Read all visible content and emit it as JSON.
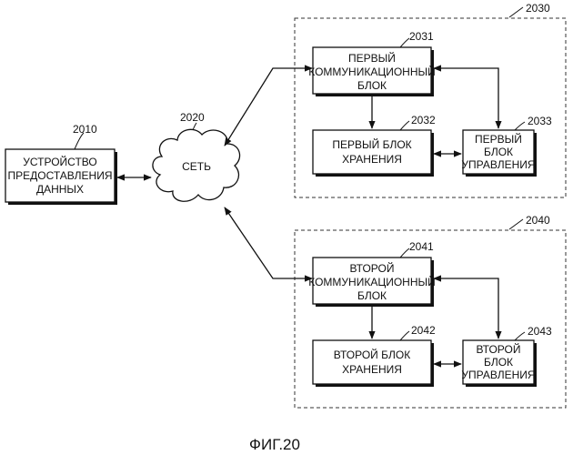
{
  "diagram": {
    "provider": {
      "ref": "2010",
      "lines": [
        "УСТРОЙСТВО",
        "ПРЕДОСТАВЛЕНИЯ",
        "ДАННЫХ"
      ]
    },
    "network": {
      "ref": "2020",
      "label": "СЕТЬ"
    },
    "device1": {
      "ref": "2030",
      "comm": {
        "ref": "2031",
        "lines": [
          "ПЕРВЫЙ",
          "КОММУНИКАЦИОННЫЙ",
          "БЛОК"
        ]
      },
      "storage": {
        "ref": "2032",
        "lines": [
          "ПЕРВЫЙ БЛОК",
          "ХРАНЕНИЯ"
        ]
      },
      "control": {
        "ref": "2033",
        "lines": [
          "ПЕРВЫЙ",
          "БЛОК",
          "УПРАВЛЕНИЯ"
        ]
      }
    },
    "device2": {
      "ref": "2040",
      "comm": {
        "ref": "2041",
        "lines": [
          "ВТОРОЙ",
          "КОММУНИКАЦИОННЫЙ",
          "БЛОК"
        ]
      },
      "storage": {
        "ref": "2042",
        "lines": [
          "ВТОРОЙ БЛОК",
          "ХРАНЕНИЯ"
        ]
      },
      "control": {
        "ref": "2043",
        "lines": [
          "ВТОРОЙ",
          "БЛОК",
          "УПРАВЛЕНИЯ"
        ]
      }
    }
  },
  "caption": "ФИГ.20"
}
